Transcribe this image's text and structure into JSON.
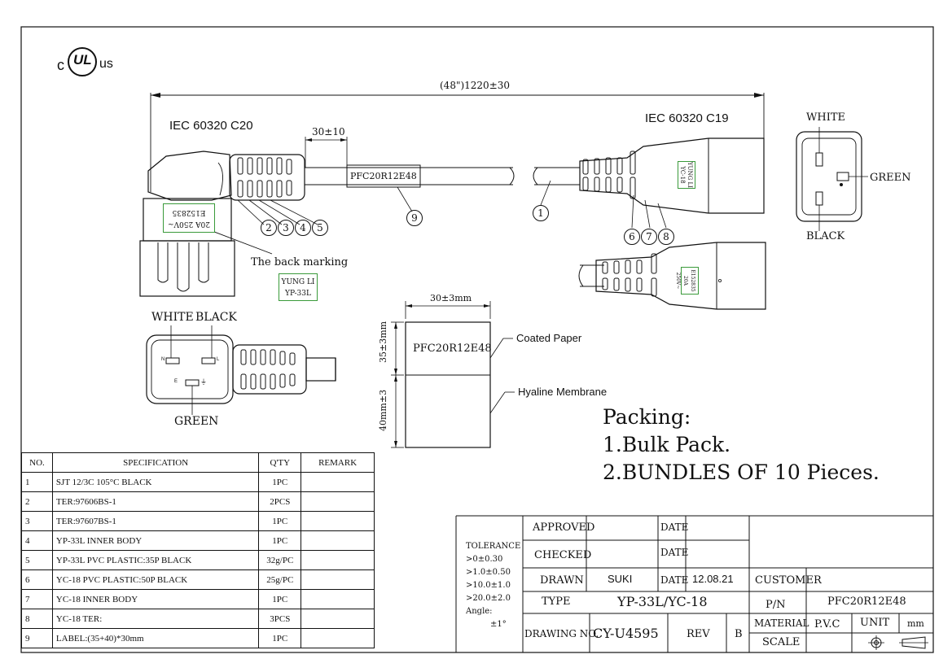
{
  "logo": {
    "c": "c",
    "ul": "UL",
    "us": "us"
  },
  "dims": {
    "overall": "(48\")1220±30",
    "seg": "30±10",
    "label_w": "30±3mm",
    "label_h1": "35±3mm",
    "label_h2": "40mm±3"
  },
  "connectors": {
    "left_title": "IEC 60320 C20",
    "right_title": "IEC 60320 C19",
    "left_stamp": [
      "20A 250V~",
      "E152835"
    ],
    "right_stamp": [
      "YUNG LI",
      "YC-18"
    ],
    "right_stamp2": [
      "E152835",
      "20A 250V~"
    ],
    "back_marking": "The back marking",
    "back_box": [
      "YUNG LI",
      "YP-33L"
    ],
    "cable_label": "PFC20R12E48",
    "balloons_left": [
      "2",
      "3",
      "4",
      "5"
    ],
    "balloon_label": "9",
    "balloon_cable": "1",
    "balloons_right": [
      "6",
      "7",
      "8"
    ]
  },
  "pin_face_left": {
    "white": "WHITE",
    "black": "BLACK",
    "green": "GREEN",
    "n": "N",
    "l": "L",
    "e": "E"
  },
  "pin_face_right": {
    "white": "WHITE",
    "green": "GREEN",
    "black": "BLACK"
  },
  "label_diag": {
    "text": "PFC20R12E48",
    "coated": "Coated Paper",
    "hyaline": "Hyaline Membrane"
  },
  "packing": {
    "title": "Packing:",
    "line1": "1.Bulk Pack.",
    "line2": "2.BUNDLES OF 10 Pieces."
  },
  "bom": {
    "headers": [
      "NO.",
      "SPECIFICATION",
      "Q'TY",
      "REMARK"
    ],
    "rows": [
      {
        "no": "1",
        "spec": "SJT 12/3C 105°C BLACK",
        "qty": "1PC",
        "remark": ""
      },
      {
        "no": "2",
        "spec": "TER:97606BS-1",
        "qty": "2PCS",
        "remark": ""
      },
      {
        "no": "3",
        "spec": "TER:97607BS-1",
        "qty": "1PC",
        "remark": ""
      },
      {
        "no": "4",
        "spec": "YP-33L INNER BODY",
        "qty": "1PC",
        "remark": ""
      },
      {
        "no": "5",
        "spec": "YP-33L PVC PLASTIC:35P BLACK",
        "qty": "32g/PC",
        "remark": ""
      },
      {
        "no": "6",
        "spec": "YC-18 PVC PLASTIC:50P BLACK",
        "qty": "25g/PC",
        "remark": ""
      },
      {
        "no": "7",
        "spec": "YC-18 INNER BODY",
        "qty": "1PC",
        "remark": ""
      },
      {
        "no": "8",
        "spec": "YC-18 TER:",
        "qty": "3PCS",
        "remark": ""
      },
      {
        "no": "9",
        "spec": "LABEL:(35+40)*30mm",
        "qty": "1PC",
        "remark": ""
      }
    ]
  },
  "title_block": {
    "tolerance": [
      "TOLERANCE",
      ">0±0.30",
      ">1.0±0.50",
      ">10.0±1.0",
      ">20.0±2.0",
      "Angle:",
      "±1°"
    ],
    "approved": "APPROVED",
    "checked": "CHECKED",
    "drawn": "DRAWN",
    "drawn_by": "SUKI",
    "date": "DATE",
    "drawn_date": "12.08.21",
    "customer": "CUSTOMER",
    "type": "TYPE",
    "type_value": "YP-33L/YC-18",
    "pn": "P/N",
    "pn_value": "PFC20R12E48",
    "drawing_no": "DRAWING NO.",
    "drawing_no_value": "CY-U4595",
    "rev": "REV",
    "rev_value": "B",
    "material": "MATERIAL",
    "material_value": "P.V.C",
    "unit": "UNIT",
    "unit_value": "mm",
    "scale": "SCALE"
  }
}
